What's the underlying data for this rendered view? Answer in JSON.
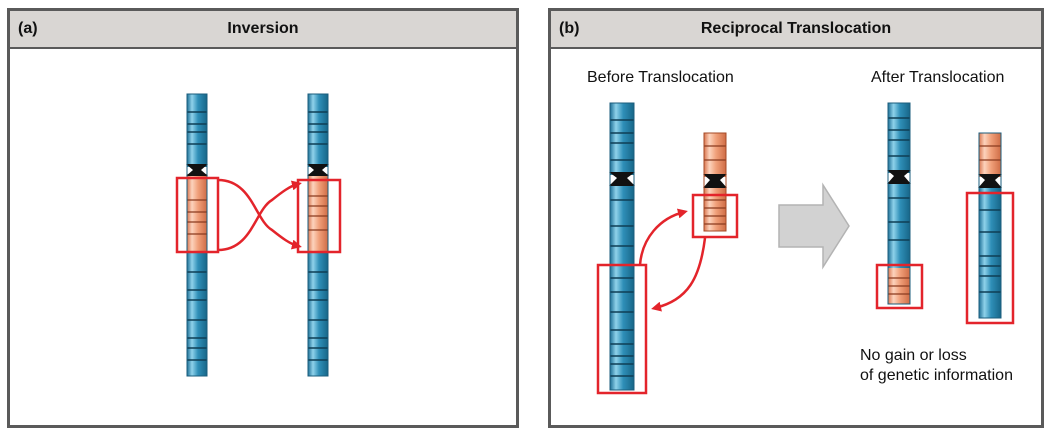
{
  "panel_a": {
    "letter": "(a)",
    "title": "Inversion"
  },
  "panel_b": {
    "letter": "(b)",
    "title": "Reciprocal Translocation",
    "before_label": "Before Translocation",
    "after_label": "After Translocation",
    "note_line1": "No gain or loss",
    "note_line2": "of genetic information"
  },
  "colors": {
    "border": "#5a5a5a",
    "header_bg": "#d9d6d3",
    "chromosome_blue": "#2f8fb8",
    "chromosome_orange": "#f0a07a",
    "highlight_red": "#e3242b",
    "arrow_gray": "#d2d2d2"
  },
  "icons": {
    "chromosome": "chromosome-icon",
    "curved_arrow": "curved-arrow-icon",
    "big_arrow": "right-arrow-icon"
  }
}
